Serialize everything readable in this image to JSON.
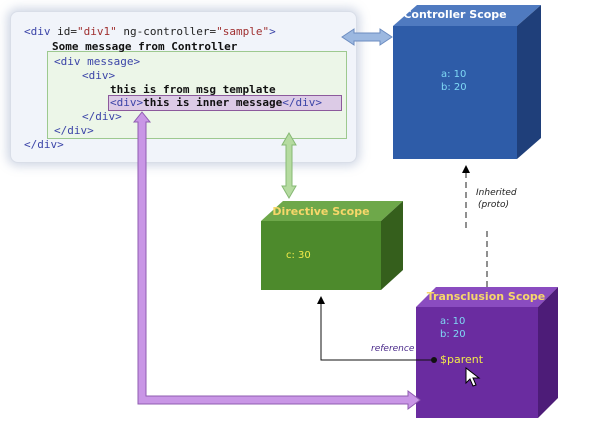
{
  "code": {
    "line1_open": "<div ",
    "line1_id_attr": "id=",
    "line1_id_val": "\"div1\"",
    "line1_ctrl_attr": " ng-controller=",
    "line1_ctrl_val": "\"sample\"",
    "line1_close": ">",
    "line2": "Some message from Controller",
    "line3": "<div message>",
    "line4": "<div>",
    "line5": "this is from msg template",
    "line6_open": "<div>",
    "line6_text": "this is inner message",
    "line6_close": "</div>",
    "line7": "</div>",
    "line8": "</div>",
    "line9": "</div>"
  },
  "controller_scope": {
    "title": "Controller Scope",
    "values": [
      "a: 10",
      "b: 20"
    ]
  },
  "directive_scope": {
    "title": "Directive Scope",
    "values": [
      "c: 30"
    ]
  },
  "transclusion_scope": {
    "title": "Transclusion Scope",
    "values": [
      "a: 10",
      "b: 20"
    ],
    "parent_label": "$parent"
  },
  "annotations": {
    "inherited": "Inherited",
    "proto": "(proto)",
    "reference": "reference"
  },
  "colors": {
    "controller": "#2e5ca8",
    "directive": "#4d8a2c",
    "transclusion": "#6a2ca0",
    "link_purple": "#c996e6",
    "link_green": "#b5dba0",
    "link_blue": "#9cb8e0"
  }
}
